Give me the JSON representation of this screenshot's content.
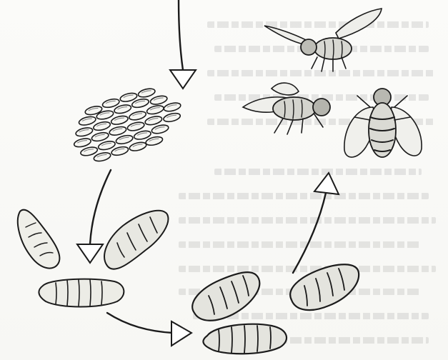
{
  "diagram": {
    "stages": [
      {
        "id": "eggs",
        "icon": "eggs-cluster"
      },
      {
        "id": "larvae",
        "icon": "larva-worms"
      },
      {
        "id": "pupae",
        "icon": "pupa-cocoons"
      },
      {
        "id": "adult",
        "icon": "adult-flies"
      }
    ],
    "ink_color": "#1b1b1b",
    "arrowhead_fill": "#ffffff",
    "background": "#f8f8f6"
  }
}
